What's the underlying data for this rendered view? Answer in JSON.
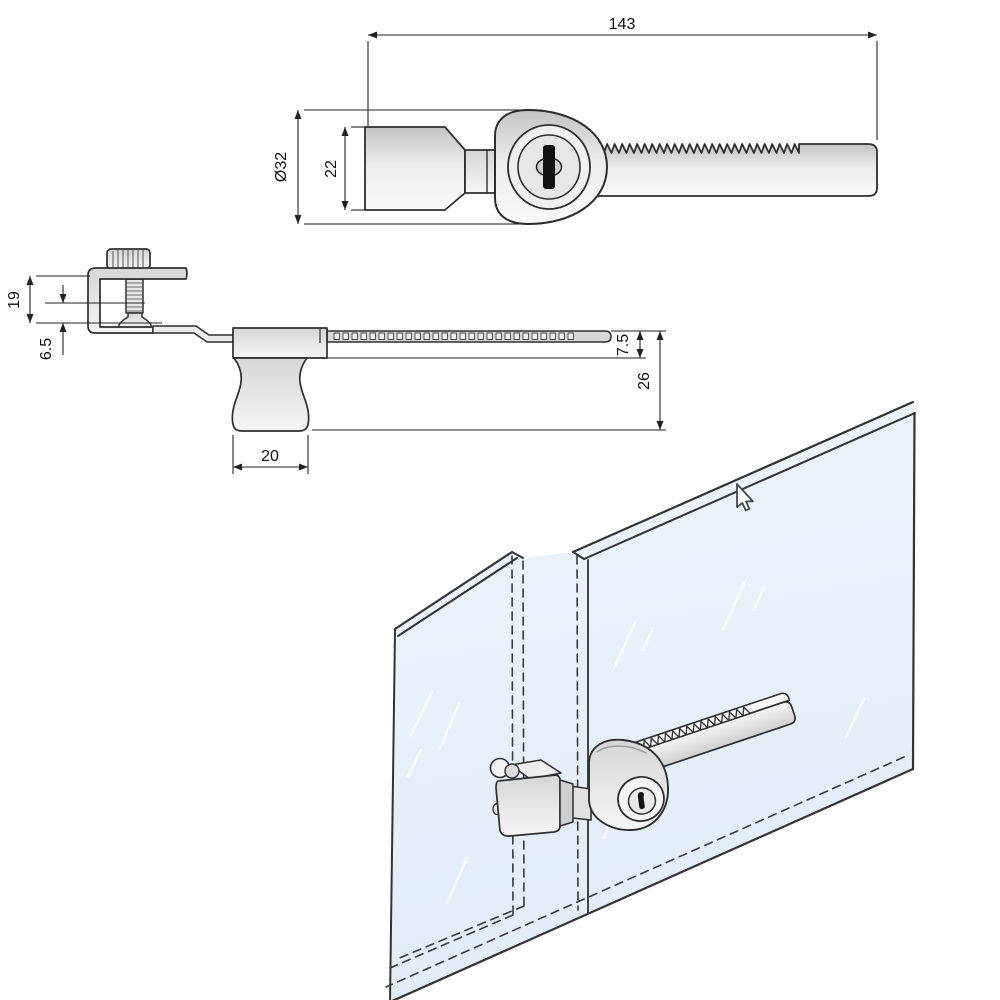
{
  "drawing": {
    "type": "technical-drawing",
    "subject": "glass showcase sliding door ratchet lock",
    "colors": {
      "background": "#ffffff",
      "outline": "#2e2e2e",
      "dimension_line": "#222222",
      "metal_dark": "#c6c6c6",
      "metal_light": "#f7f7f7",
      "glass_fill": "#e9f1fa",
      "glass_edge": "#333333",
      "keyhole": "#111111"
    },
    "top_view": {
      "dims": {
        "overall_length": "143",
        "body_diameter": "Ø32",
        "body_width": "22"
      }
    },
    "side_view": {
      "dims": {
        "clamp_height": "19",
        "jaw_opening": "6.5",
        "bar_offset": "7.5",
        "total_height": "26",
        "knob_width": "20"
      }
    },
    "iso_view": {
      "icons": {
        "cursor": "mouse-cursor"
      },
      "parts": {
        "front_panel": "glass-panel-front",
        "rear_panel": "glass-panel-rear",
        "lock": "ratchet-lock",
        "rack": "toothed-rack-arm",
        "clamp": "glass-clamp"
      }
    }
  }
}
